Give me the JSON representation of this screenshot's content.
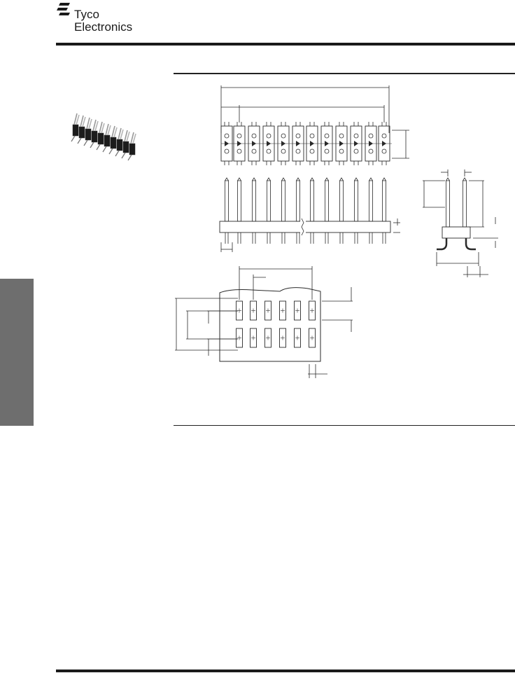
{
  "brand": {
    "line1": "Tyco",
    "line2": "Electronics",
    "logo_icon": "tyco-electronics-logo"
  },
  "colors": {
    "rule": "#1a1a1a",
    "side_tab": "#6e6e6e",
    "drawing": "#2a2a2a"
  }
}
